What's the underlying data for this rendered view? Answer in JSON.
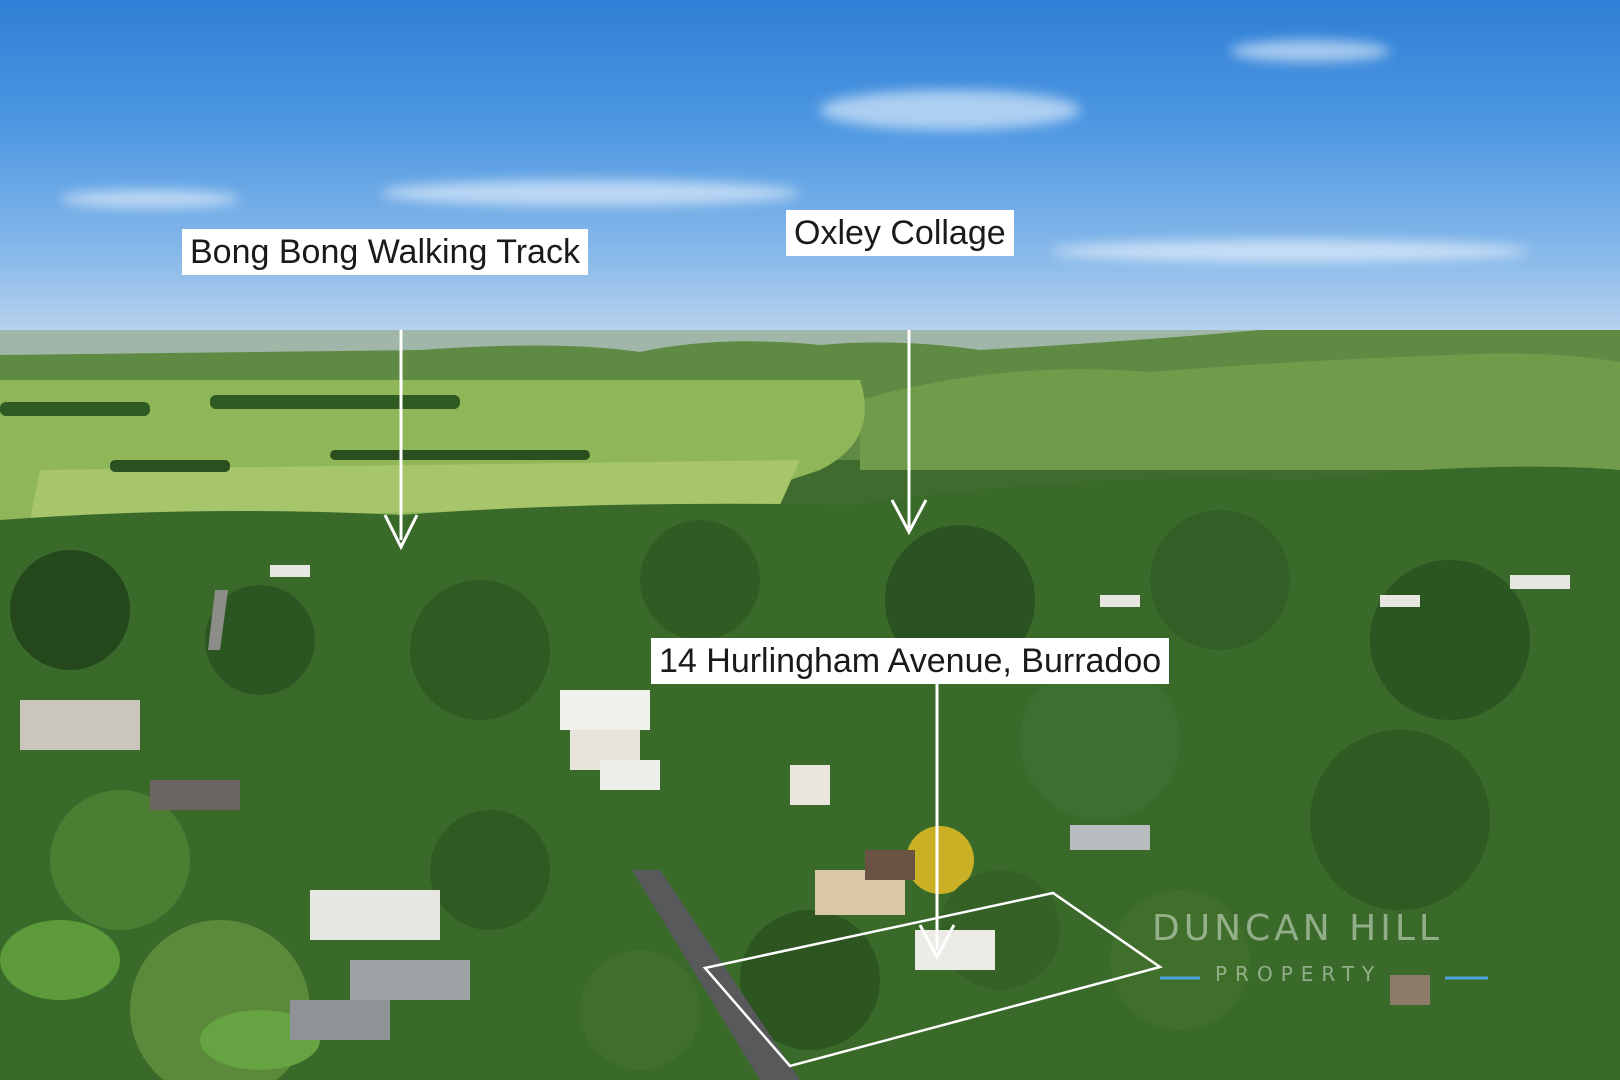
{
  "annotations": {
    "bong_bong": "Bong Bong Walking Track",
    "oxley": "Oxley Collage",
    "property": "14 Hurlingham Avenue, Burradoo"
  },
  "watermark": {
    "line1": "DUNCAN HILL",
    "line2": "PROPERTY"
  },
  "colors": {
    "sky": "#4e98e2",
    "pasture": "#8fb75a",
    "trees": "#2f5a22",
    "label_bg": "#ffffff",
    "annotation_line": "#ffffff",
    "watermark_accent": "#4aa3d8"
  }
}
